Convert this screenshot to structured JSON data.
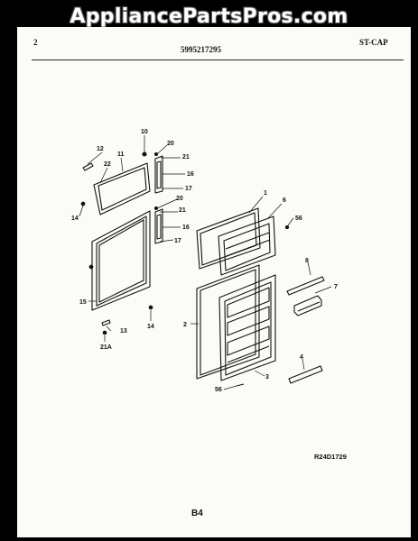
{
  "watermark": "AppliancePartsPros.com",
  "header": {
    "page_number": "2",
    "part_number": "5995217295",
    "model": "ST-CAP"
  },
  "diagram_code": "R24D1729",
  "page_label": "B4",
  "callouts": {
    "c1": "1",
    "c2": "2",
    "c3": "3",
    "c4": "4",
    "c6": "6",
    "c7": "7",
    "c8": "8",
    "c10": "10",
    "c11": "11",
    "c12": "12",
    "c13": "13",
    "c14a": "14",
    "c14b": "14",
    "c15": "15",
    "c16a": "16",
    "c16b": "16",
    "c17a": "17",
    "c17b": "17",
    "c20a": "20",
    "c20b": "20",
    "c21a": "21",
    "c21b": "21",
    "c21A": "21A",
    "c22": "22",
    "c56a": "56",
    "c56b": "56"
  }
}
